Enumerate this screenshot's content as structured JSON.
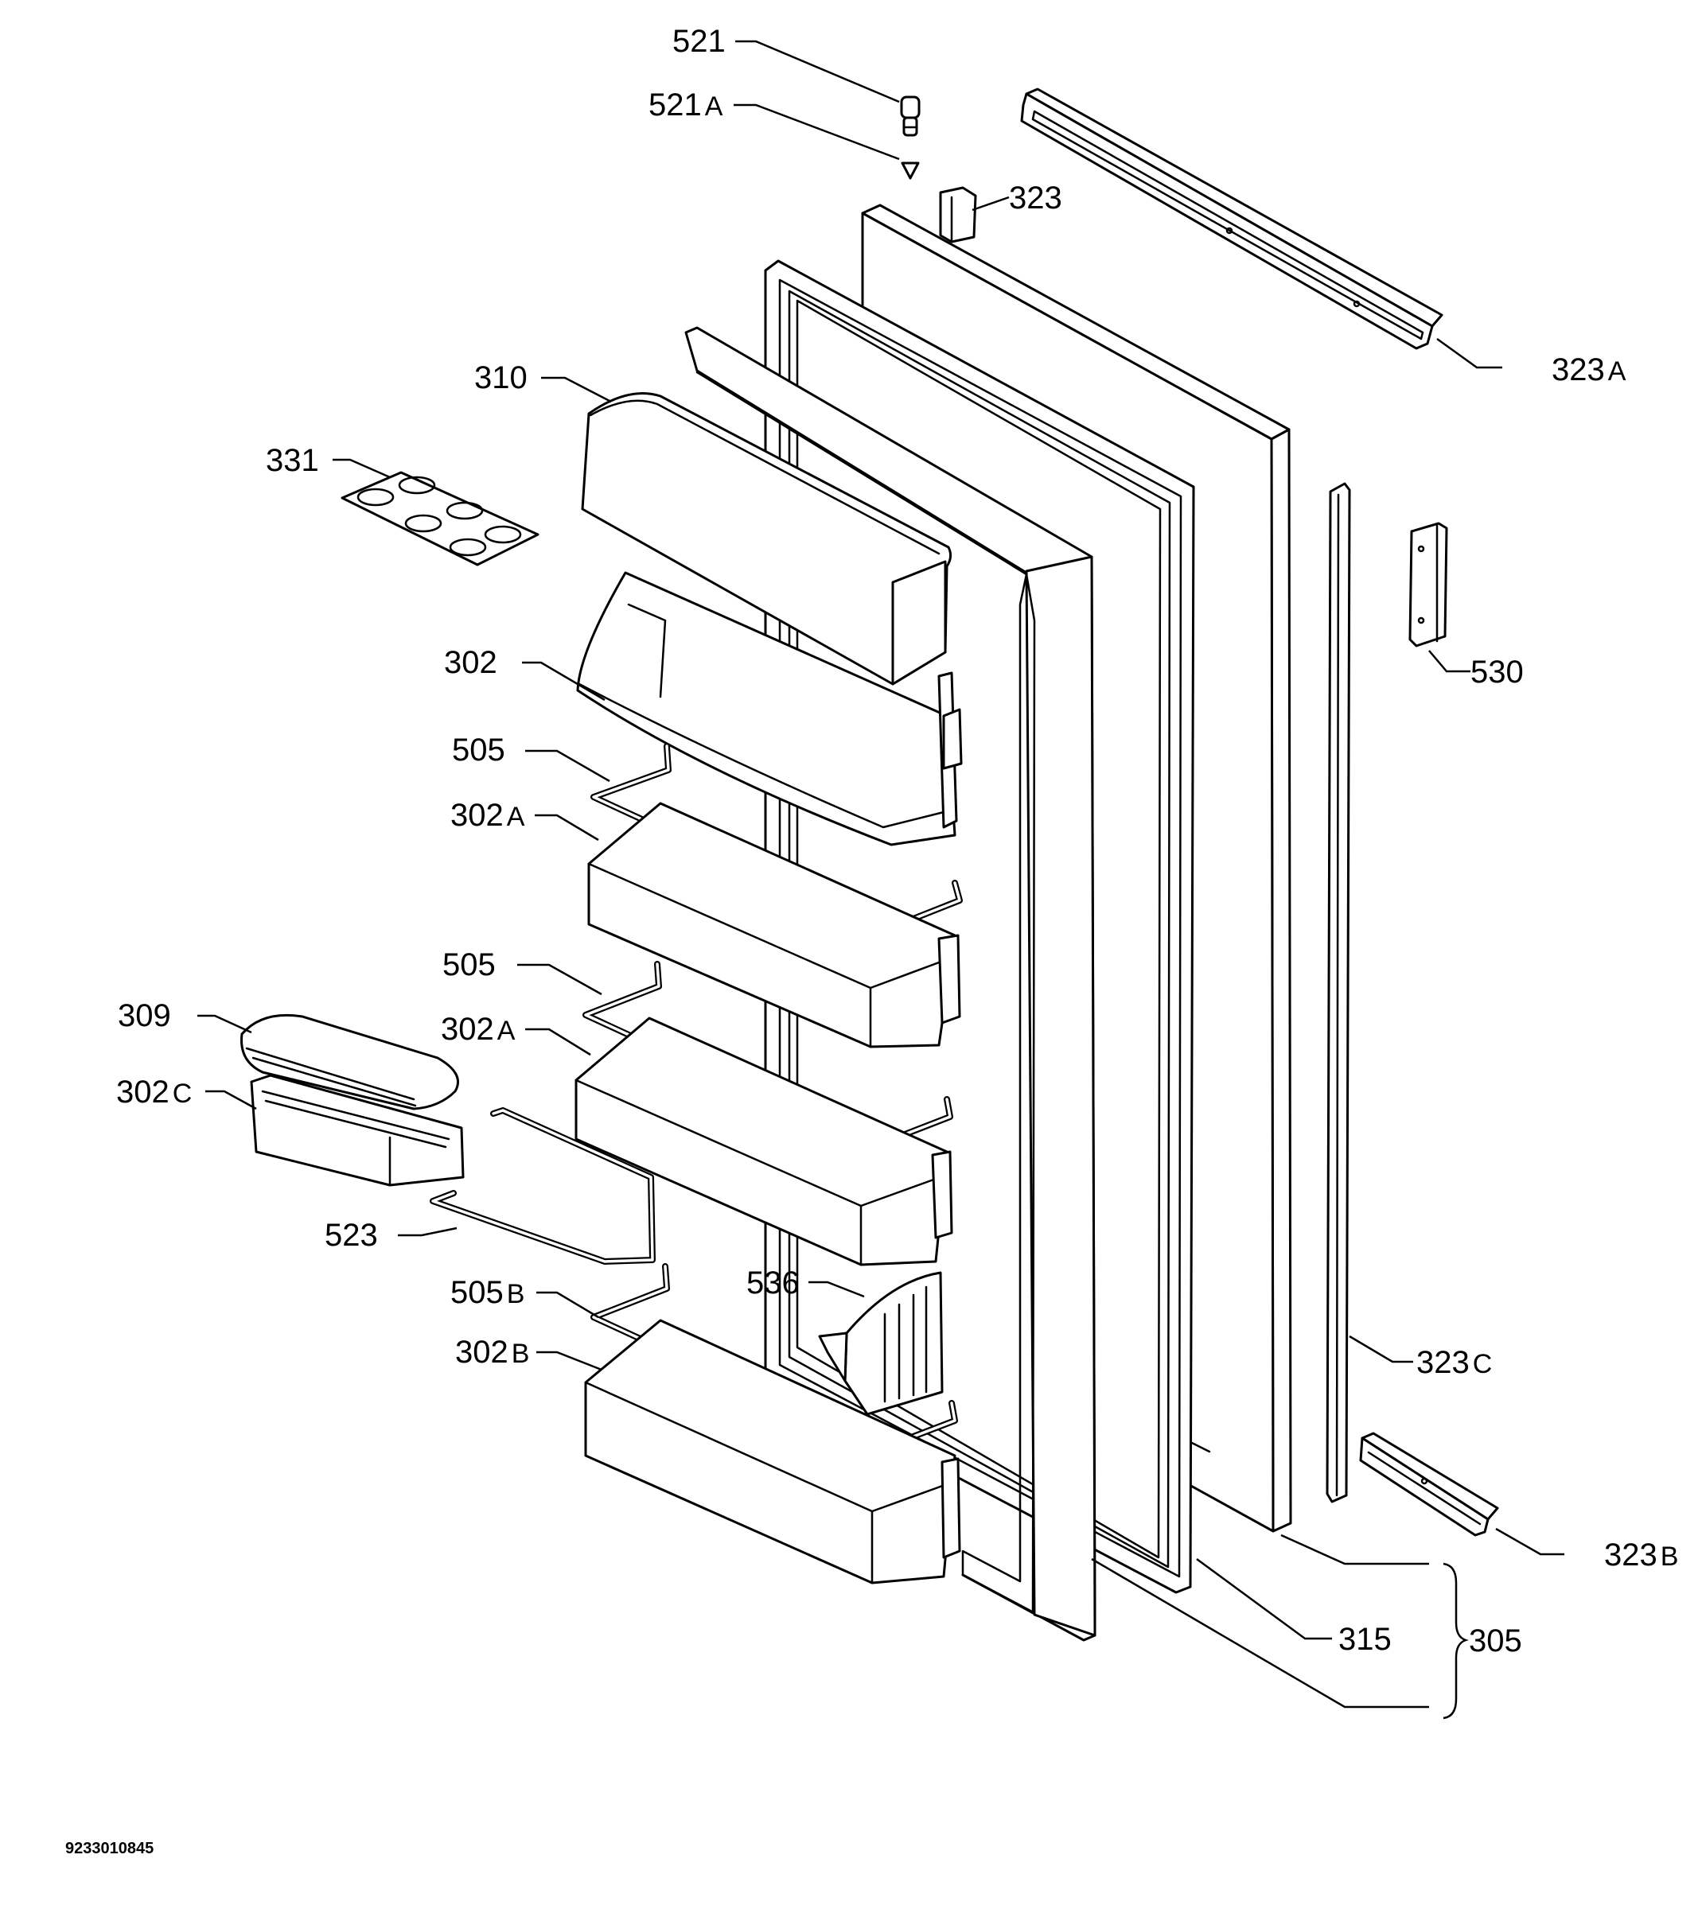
{
  "labels": {
    "p521": "521",
    "p521a": "521",
    "p521a_suffix": "A",
    "p323": "323",
    "p323a": "323",
    "p323a_suffix": "A",
    "p310": "310",
    "p331": "331",
    "p302": "302",
    "p530": "530",
    "p505_top": "505",
    "p302a_top": "302",
    "p302a_top_suffix": "A",
    "p505_mid": "505",
    "p309": "309",
    "p302a_mid": "302",
    "p302a_mid_suffix": "A",
    "p302c": "302",
    "p302c_suffix": "C",
    "p523": "523",
    "p536": "536",
    "p505b": "505",
    "p505b_suffix": "B",
    "p302b": "302",
    "p302b_suffix": "B",
    "p323c": "323",
    "p323c_suffix": "C",
    "p323b": "323",
    "p323b_suffix": "B",
    "p315": "315",
    "p305": "305"
  },
  "document_number": "9233010845"
}
